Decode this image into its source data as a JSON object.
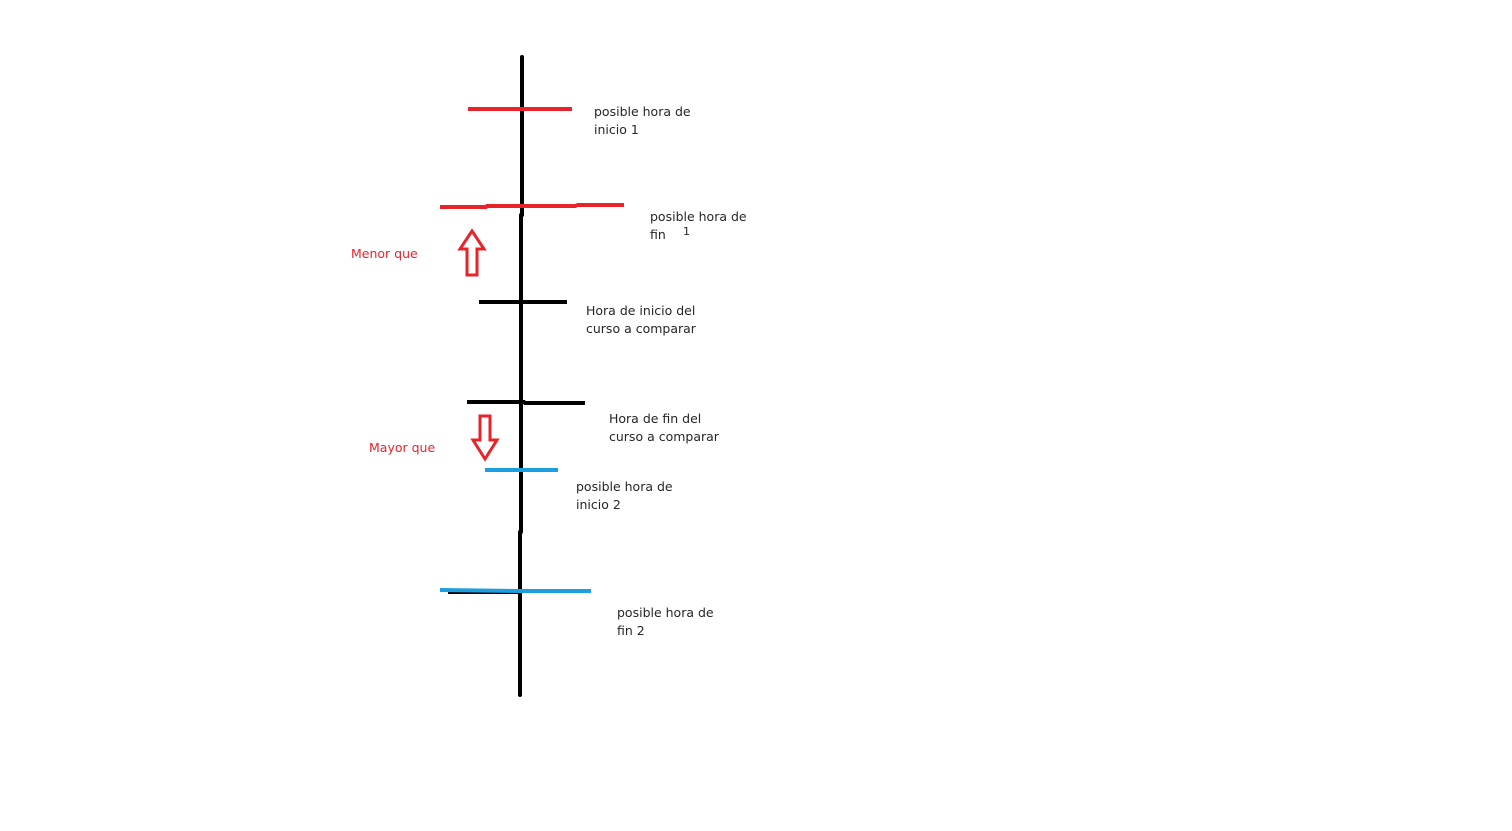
{
  "labels": {
    "start1": {
      "line1": "posible hora de",
      "line2": "inicio 1"
    },
    "end1": {
      "line1": "posible hora de",
      "line2": "fin",
      "number": "1"
    },
    "course_start": {
      "line1": "Hora de inicio del",
      "line2": "curso a comparar"
    },
    "course_end": {
      "line1": "Hora de fin del",
      "line2": "curso a comparar"
    },
    "start2": {
      "line1": "posible hora de",
      "line2": "inicio 2"
    },
    "end2": {
      "line1": "posible hora de",
      "line2": "fin 2"
    }
  },
  "comparisons": {
    "less_than": "Menor que",
    "greater_than": "Mayor que"
  },
  "colors": {
    "axis": "#000000",
    "option1": "#e8232a",
    "course": "#000000",
    "option2": "#1c9fe0",
    "arrow": "#e8232a",
    "comparison_text": "#e8232a"
  }
}
